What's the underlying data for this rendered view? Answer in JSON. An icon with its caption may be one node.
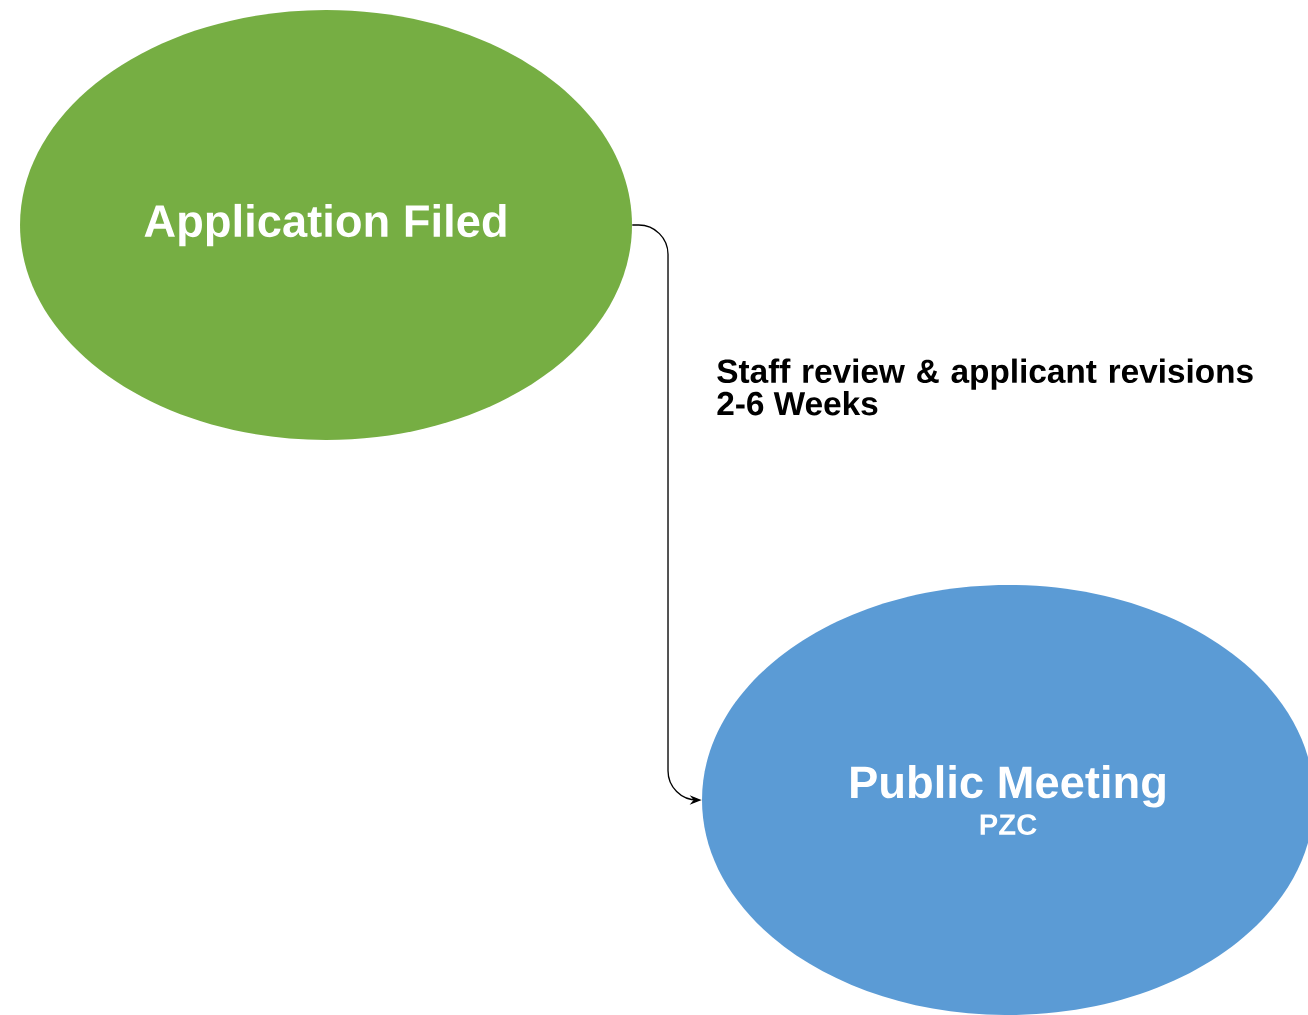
{
  "diagram": {
    "nodes": [
      {
        "text": [
          "Application Filed"
        ]
      },
      {
        "text": [
          "Public Meeting",
          "PZC"
        ]
      }
    ],
    "edges": [
      {
        "from": 0,
        "to": 1,
        "arrow": "to",
        "label": "Staff review & applicant revisions 2-6 Weeks"
      }
    ]
  }
}
